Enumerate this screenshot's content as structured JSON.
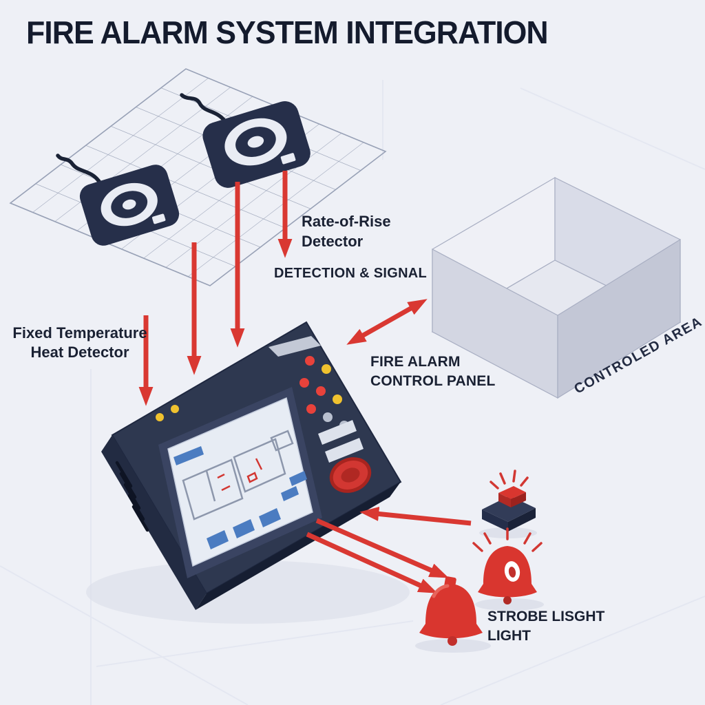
{
  "title": "FIRE ALARM SYSTEM INTEGRATION",
  "labels": {
    "rate_of_rise_line1": "Rate-of-Rise",
    "rate_of_rise_line2": "Detector",
    "detection_signal": "DETECTION & SIGNAL",
    "fixed_temp_line1": "Fixed Temperature",
    "fixed_temp_line2": "Heat Detector",
    "panel_line1": "FIRE ALARM",
    "panel_line2": "CONTROL PANEL",
    "controlled_area": "CONTROLED AREA",
    "strobe_line1": "STROBE LISGHT",
    "strobe_line2": "LIGHT"
  },
  "colors": {
    "background": "#eef0f6",
    "device_navy": "#2b3350",
    "alert_red": "#d93832",
    "led_yellow": "#f0c22f",
    "screen": "#e7ecf4",
    "box_light": "#eff0f6",
    "text": "#1a2133"
  }
}
